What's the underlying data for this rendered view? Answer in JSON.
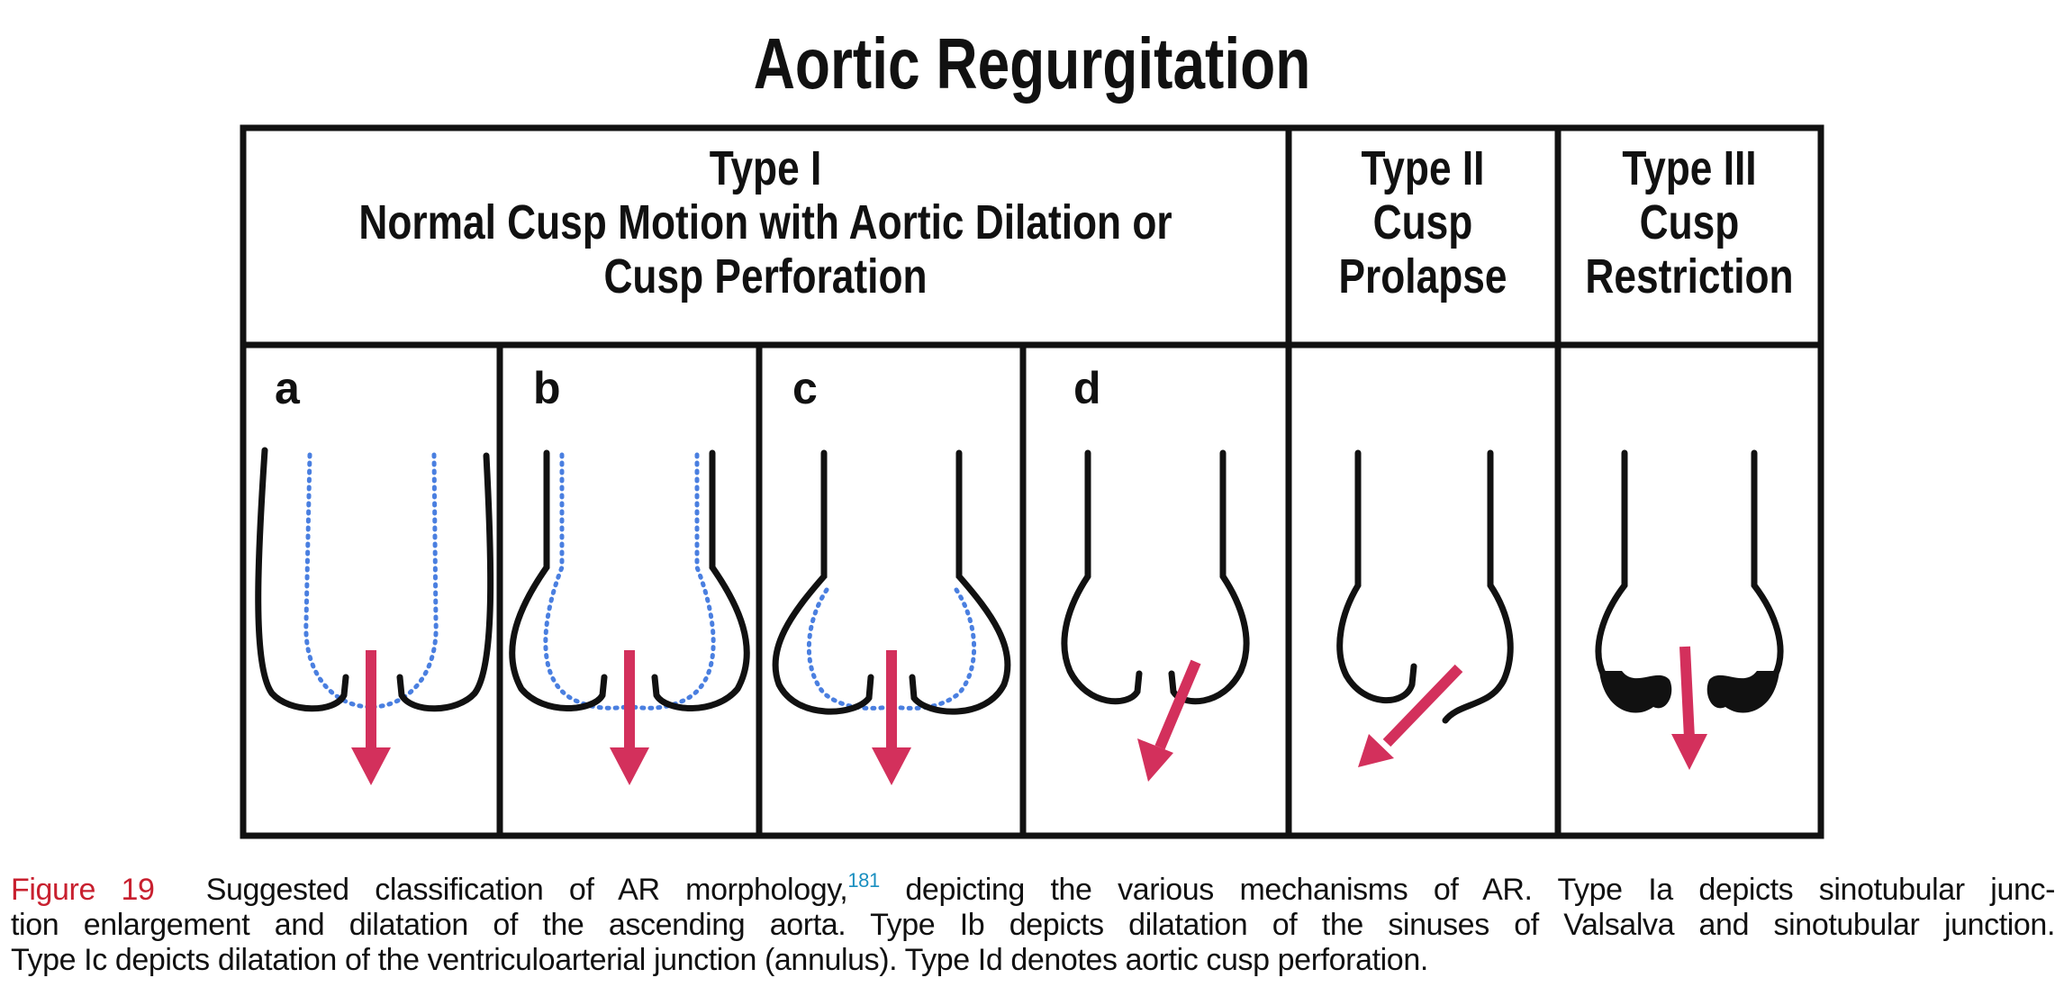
{
  "title": "Aortic Regurgitation",
  "columns": {
    "type1": {
      "line1": "Type I",
      "line2": "Normal Cusp Motion with Aortic Dilation or",
      "line3": "Cusp Perforation"
    },
    "type2": {
      "line1": "Type II",
      "line2": "Cusp",
      "line3": "Prolapse"
    },
    "type3": {
      "line1": "Type III",
      "line2": "Cusp",
      "line3": "Restriction"
    }
  },
  "panels": {
    "a": "a",
    "b": "b",
    "c": "c",
    "d": "d"
  },
  "colors": {
    "arrow": "#d3305c",
    "dotted": "#4a7fe0",
    "figure_label": "#c8202f",
    "reference": "#1a8fc0"
  },
  "caption": {
    "label": "Figure 19",
    "line1_pre": "Suggested classification of AR morphology,",
    "ref": "181",
    "line1_post": " depicting the various mechanisms of AR. Type Ia depicts sinotubular junc-",
    "line2": "tion enlargement and dilatation of the ascending aorta. Type Ib depicts dilatation of the sinuses of Valsalva and sinotubular junction.",
    "line3": "Type Ic depicts dilatation of the ventriculoarterial junction (annulus). Type Id denotes aortic cusp perforation."
  }
}
